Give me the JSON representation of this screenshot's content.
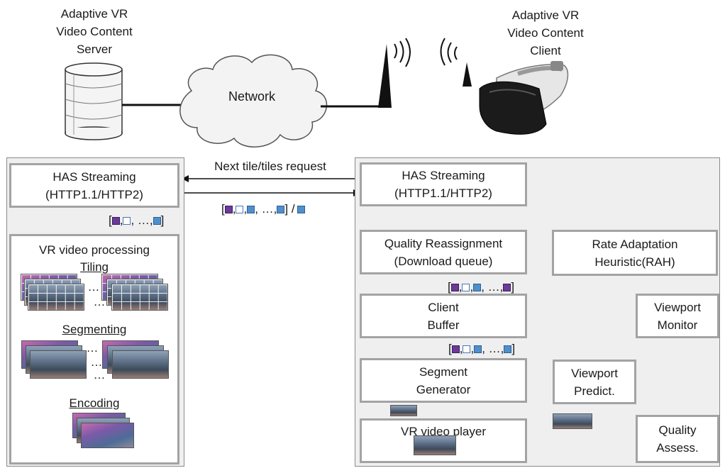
{
  "server": {
    "label_line1": "Adaptive VR",
    "label_line2": "Video Content",
    "label_line3": "Server"
  },
  "client": {
    "label_line1": "Adaptive VR",
    "label_line2": "Video Content",
    "label_line3": "Client"
  },
  "network": {
    "label": "Network"
  },
  "request_label": "Next tile/tiles request",
  "seq_mid_prefix": "[",
  "seq_sep": ",",
  "seq_ellipsis": ", …,",
  "seq_mid_suffix": "] /",
  "seq_close": "]",
  "left_panel": {
    "has_line1": "HAS Streaming",
    "has_line2": "(HTTP1.1/HTTP2)",
    "processing_title": "VR video processing",
    "tiling": "Tiling",
    "segmenting": "Segmenting",
    "encoding": "Encoding",
    "dots": "…"
  },
  "right_panel": {
    "has_line1": "HAS Streaming",
    "has_line2": "(HTTP1.1/HTTP2)",
    "quality_line1": "Quality Reassignment",
    "quality_line2": "(Download queue)",
    "rah_line1": "Rate Adaptation",
    "rah_line2": "Heuristic(RAH)",
    "buffer_line1": "Client",
    "buffer_line2": "Buffer",
    "viewport_monitor_line1": "Viewport",
    "viewport_monitor_line2": "Monitor",
    "segment_line1": "Segment",
    "segment_line2": "Generator",
    "viewport_predict_line1": "Viewport",
    "viewport_predict_line2": "Predict.",
    "player": "VR video player",
    "assess_line1": "Quality",
    "assess_line2": "Assess."
  },
  "colors": {
    "tile_purple": "#6b3a9a",
    "tile_blue": "#4f8fcc",
    "tile_white": "#ffffff",
    "box_border": "#a3a3a3",
    "panel_bg": "#efefef"
  },
  "icons": [
    "database-icon",
    "cloud-icon",
    "antenna-icon",
    "vr-headset-icon"
  ]
}
